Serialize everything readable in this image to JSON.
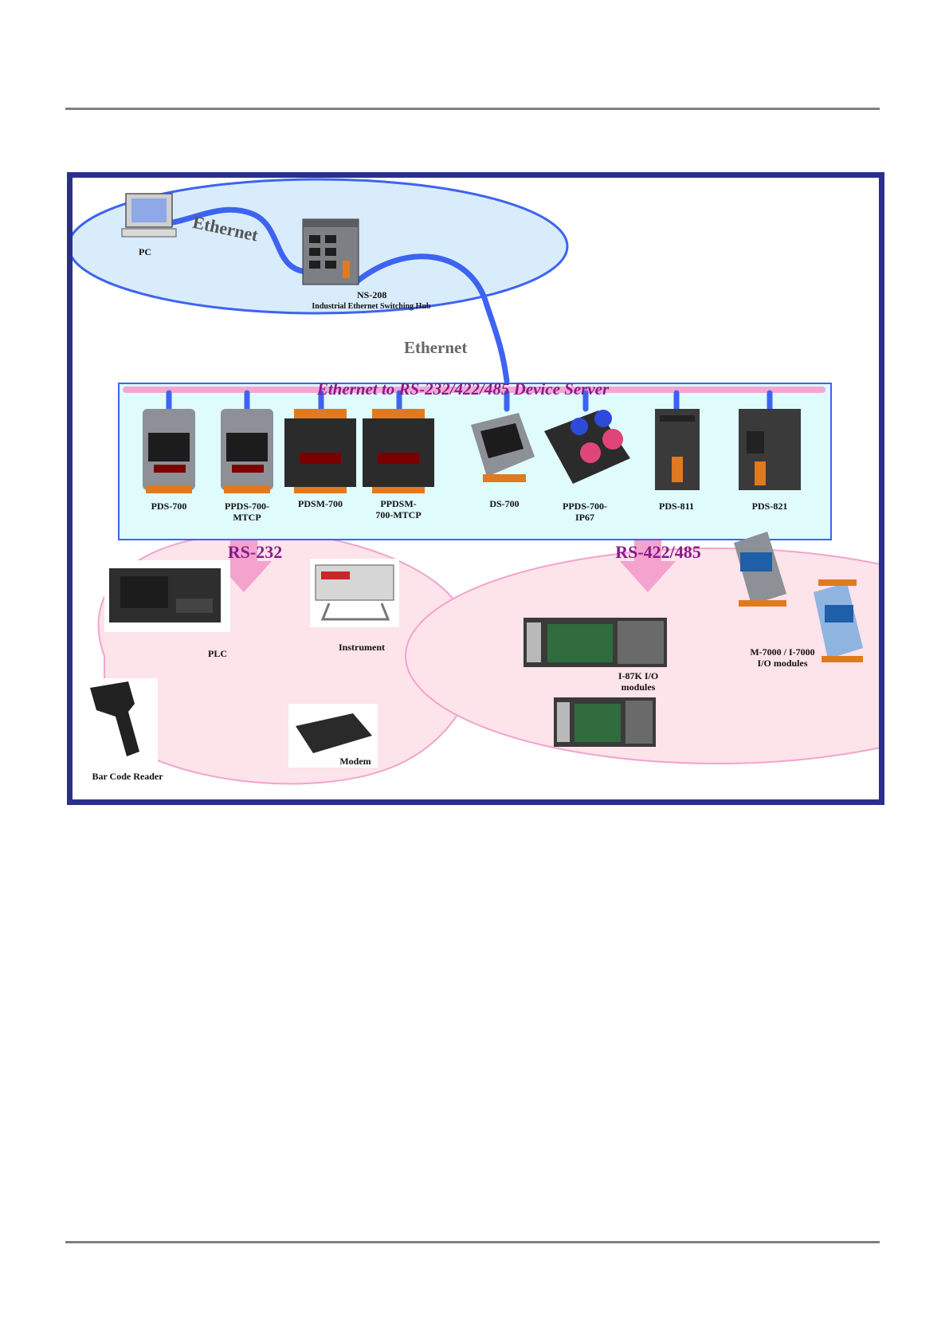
{
  "diagram": {
    "title": "Ethernet to RS-232/422/485 Device Server",
    "ethernet_label_top": "Ethernet",
    "ethernet_label_mid": "Ethernet",
    "rs232_label": "RS-232",
    "rs422_label": "RS-422/485",
    "pc_label": "PC",
    "hub_name": "NS-208",
    "hub_desc": "Industrial Ethernet Switching Hub",
    "servers": [
      {
        "name_line1": "PDS-700",
        "name_line2": ""
      },
      {
        "name_line1": "PPDS-700-",
        "name_line2": "MTCP"
      },
      {
        "name_line1": "PDSM-700",
        "name_line2": ""
      },
      {
        "name_line1": "PPDSM-",
        "name_line2": "700-MTCP"
      },
      {
        "name_line1": "DS-700",
        "name_line2": ""
      },
      {
        "name_line1": "PPDS-700-",
        "name_line2": "IP67"
      },
      {
        "name_line1": "PDS-811",
        "name_line2": ""
      },
      {
        "name_line1": "PDS-821",
        "name_line2": ""
      }
    ],
    "rs232_devices": {
      "plc": "PLC",
      "instrument": "Instrument",
      "bar_code_reader": "Bar Code Reader",
      "modem": "Modem"
    },
    "rs485_devices": {
      "i87k_line1": "I-87K I/O",
      "i87k_line2": "modules",
      "m7000_line1": "M-7000 / I-7000",
      "m7000_line2": "I/O modules"
    },
    "colors": {
      "frame_border": "#2b2f8a",
      "cable_blue": "#3d64f0",
      "ellipse_fill": "#d9ecfb",
      "band_fill": "#dffbfb",
      "band_pink": "#f4a6d2",
      "pink_area": "#fde3ea",
      "arrow_pink": "#f3a3cd",
      "title_purple": "#8b1a8b"
    }
  }
}
